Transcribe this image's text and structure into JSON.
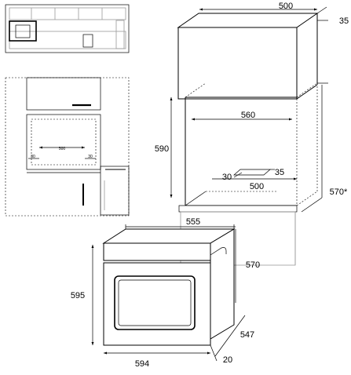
{
  "colors": {
    "line": "#000000",
    "cabinet_gray": "#9a9a9a",
    "background": "#ffffff"
  },
  "thumbnail": {
    "dimensions": [
      "500",
      "30",
      "30"
    ]
  },
  "cabinet": {
    "width_top": "500",
    "depth_offset_top": "35",
    "niche_width": "560",
    "niche_height": "590",
    "vent_offset": "30",
    "vent_depth": "35",
    "bottom_width": "500",
    "niche_depth": "570*"
  },
  "oven": {
    "top_width": "555",
    "side_depth": "570",
    "height": "595",
    "width": "594",
    "depth": "547",
    "front_depth": "20"
  }
}
